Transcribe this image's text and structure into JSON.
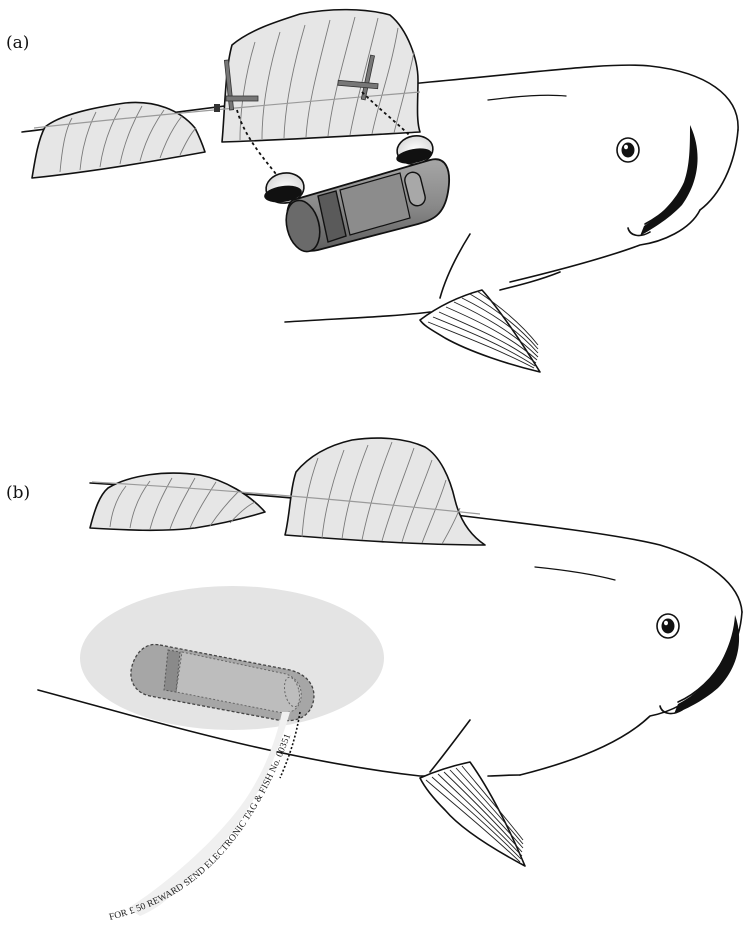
{
  "panel_a": {
    "label": "(a)"
  },
  "panel_b": {
    "label": "(b)"
  },
  "tag": {
    "text": "FOR £ 50 REWARD SEND ELECTRONIC TAG & FISH    No. 00351"
  },
  "colors": {
    "fin_fill": "#e6e6e6",
    "transmitter": "#8a8a8a",
    "shadow": "#e4e4e4",
    "outline": "#111111"
  }
}
